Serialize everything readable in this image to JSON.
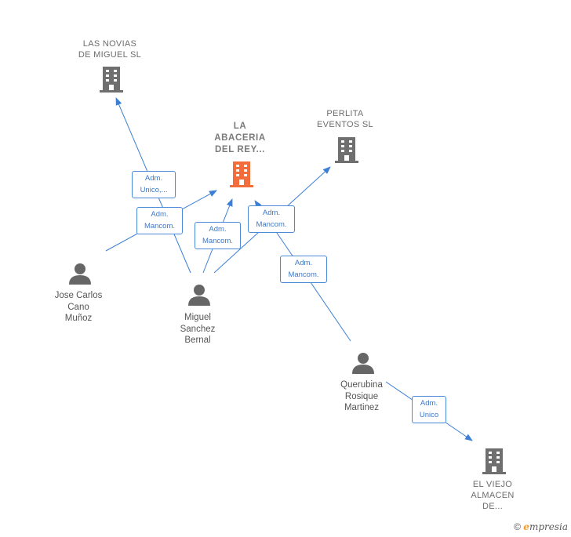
{
  "colors": {
    "edge": "#3c7fd6",
    "company_icon": "#6f6f6f",
    "main_company_icon": "#f26c3c",
    "person_icon": "#666666",
    "role_border": "#4a8ad6",
    "role_text": "#3c78c8"
  },
  "nodes": {
    "las_novias": {
      "label": "LAS NOVIAS\nDE MIGUEL  SL",
      "icon": "building-icon"
    },
    "abaceria": {
      "label": "LA\nABACERIA\nDEL REY...",
      "icon": "building-icon"
    },
    "perlita": {
      "label": "PERLITA\nEVENTOS  SL",
      "icon": "building-icon"
    },
    "viejo_almacen": {
      "label": "EL VIEJO\nALMACEN\nDE...",
      "icon": "building-icon"
    },
    "jose_carlos": {
      "label": "Jose Carlos\nCano\nMuñoz",
      "icon": "person-icon"
    },
    "miguel": {
      "label": "Miguel\nSanchez\nBernal",
      "icon": "person-icon"
    },
    "querubina": {
      "label": "Querubina\nRosique\nMartinez",
      "icon": "person-icon"
    }
  },
  "roles": {
    "miguel_las_novias": "Adm.\nUnico,...",
    "jose_abaceria": "Adm.\nMancom.",
    "miguel_abaceria": "Adm.\nMancom.",
    "miguel_perlita": "Adm.\nMancom.",
    "querubina_abaceria": "Adm.\nMancom.",
    "querubina_viejo": "Adm.\nUnico"
  },
  "footer": {
    "copyright": "©",
    "brand_initial": "e",
    "brand_rest": "mpresia"
  }
}
